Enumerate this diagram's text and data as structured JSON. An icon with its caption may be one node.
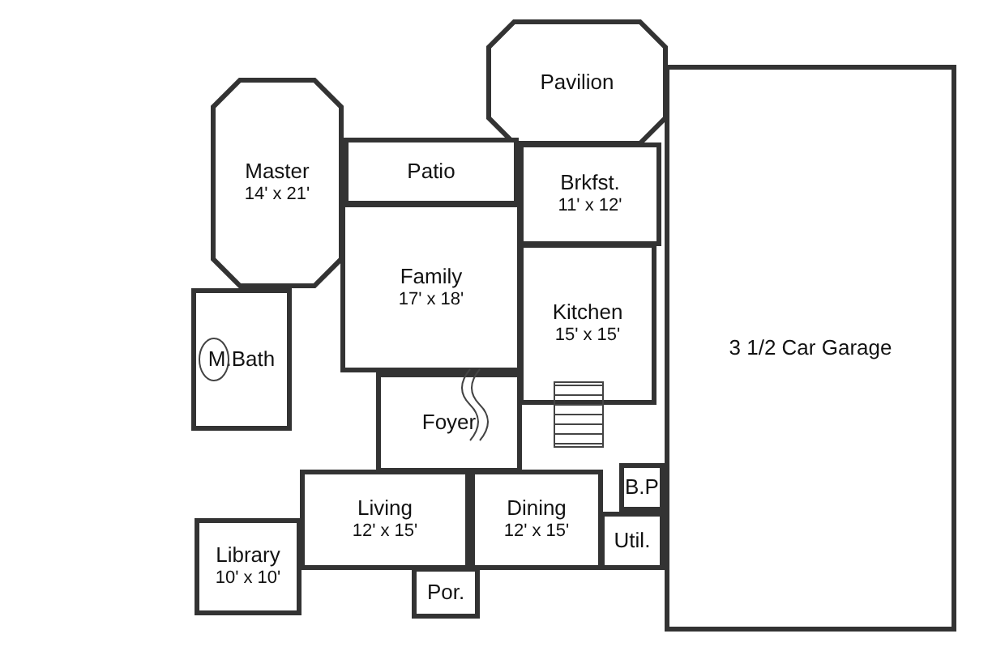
{
  "diagram": {
    "nodes": [
      {
        "text": [
          "Pavilion"
        ]
      },
      {
        "text": [
          "Patio"
        ]
      },
      {
        "text": [
          "Master",
          "14' x 21'"
        ]
      },
      {
        "text": [
          "Brkfst.",
          "11' x 12'"
        ]
      },
      {
        "text": [
          "3 1/2 Car Garage"
        ]
      },
      {
        "text": [
          "Family",
          "17' x 18'"
        ]
      },
      {
        "text": [
          "Kitchen",
          "15' x 15'"
        ]
      },
      {
        "text": [
          "M.Bath"
        ]
      },
      {
        "text": [
          "Foyer"
        ]
      },
      {
        "text": [
          "B.P"
        ]
      },
      {
        "text": [
          "Living",
          "12' x 15'"
        ]
      },
      {
        "text": [
          "Dining",
          "12' x 15'"
        ]
      },
      {
        "text": [
          "Util."
        ]
      },
      {
        "text": [
          "Library",
          "10' x 10'"
        ]
      },
      {
        "text": [
          "Por."
        ]
      }
    ]
  }
}
